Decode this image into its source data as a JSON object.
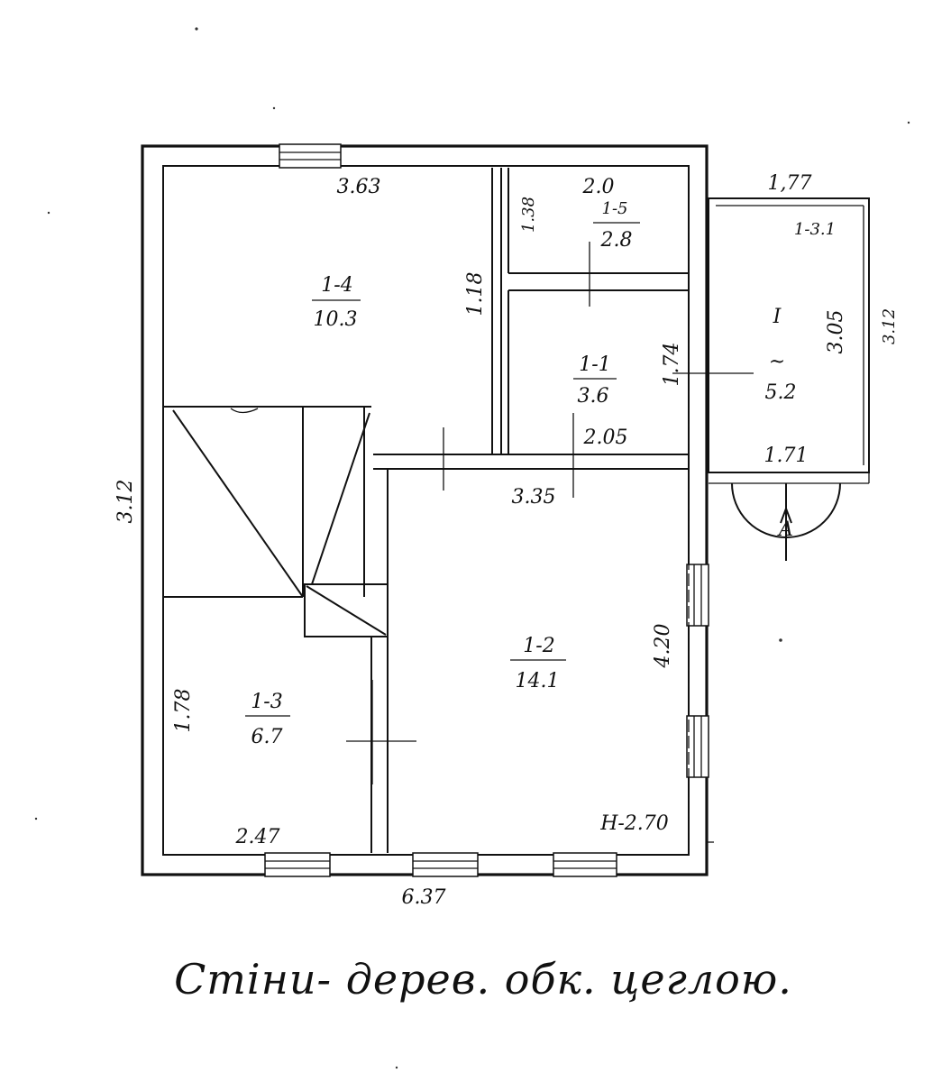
{
  "rooms": [
    {
      "id": "1-4",
      "area": "10.3"
    },
    {
      "id": "1-5",
      "area": "2.8"
    },
    {
      "id": "1-1",
      "area": "3.6"
    },
    {
      "id": "1-2",
      "area": "14.1"
    },
    {
      "id": "1-3",
      "area": "6.7"
    },
    {
      "id": "I",
      "area": "5.2"
    }
  ],
  "dimensions": {
    "top_room_1_4": "3.63",
    "top_room_1_5": "2.0",
    "top_veranda": "1,77",
    "left_total": "3.12",
    "bottom_total": "6.37",
    "mid_3_35": "3.35",
    "room_1_1_width": "2.05",
    "room_1_4_height": "1.18",
    "room_1_5_height": "1.38",
    "room_1_1_height": "1.74",
    "veranda_bottom": "1.71",
    "veranda_inner": "3.05",
    "veranda_outer": "3.12",
    "veranda_label_small": "1-3.1",
    "room_1_2_height": "4.20",
    "room_1_3_height": "1.78",
    "room_1_3_width": "2.47"
  },
  "ceiling_height": "H-2.70",
  "veranda_symbol": "~",
  "entrance_arrow": "A",
  "caption": "Стіни- дерев. обк. цеглою."
}
